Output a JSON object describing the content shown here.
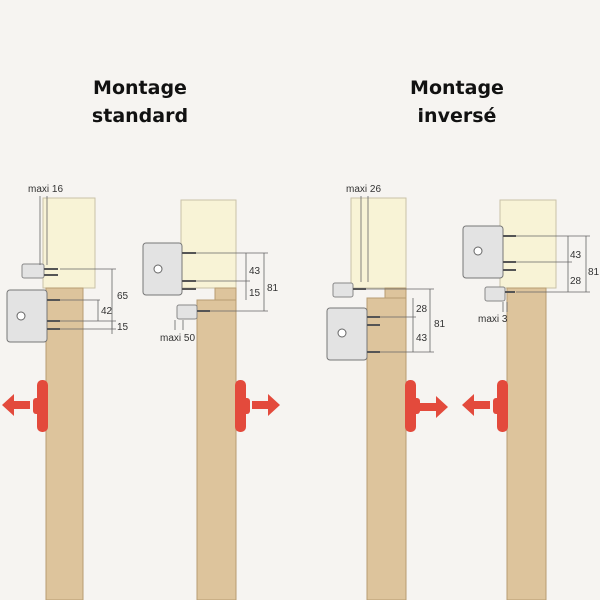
{
  "titles": {
    "standard": {
      "line1": "Montage",
      "line2": "standard"
    },
    "inverse": {
      "line1": "Montage",
      "line2": "inversé"
    }
  },
  "dimensions": {
    "d1": {
      "maxi": "maxi 16",
      "a": "65",
      "b": "42",
      "c": "15"
    },
    "d2": {
      "a": "43",
      "b": "15",
      "c": "81",
      "maxi": "maxi 50"
    },
    "d3": {
      "maxi": "maxi 26",
      "a": "28",
      "b": "43",
      "c": "81"
    },
    "d4": {
      "a": "43",
      "b": "28",
      "c": "81",
      "maxi": "maxi 3"
    }
  },
  "colors": {
    "background": "#f6f4f1",
    "frame": "#f8f3d6",
    "door": "#ddc49c",
    "closer": "#e3e3e3",
    "handle": "#e34a3c",
    "dim_line": "#666666"
  },
  "icons": {
    "arrow": "direction-arrow-icon",
    "handle": "door-handle-icon"
  }
}
